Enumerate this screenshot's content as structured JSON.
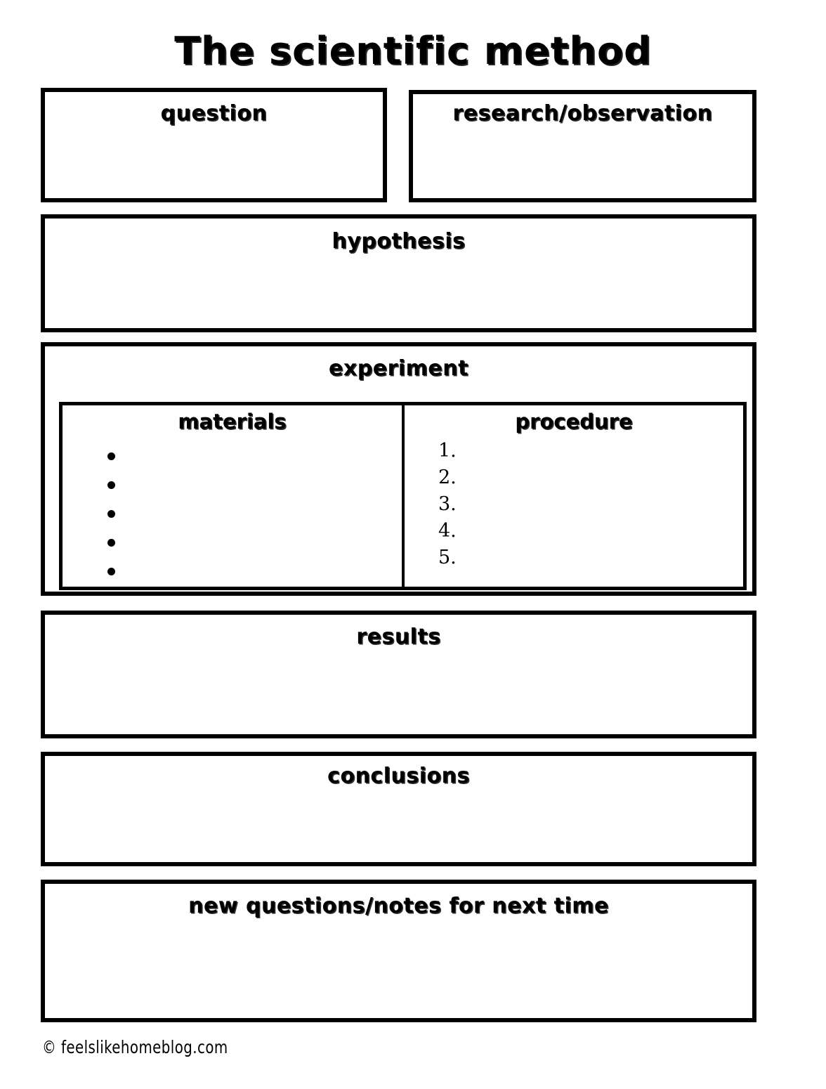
{
  "page": {
    "title": "The scientific method",
    "footer_credit": "© feelslikehomeblog.com"
  },
  "sections": {
    "question": {
      "title": "question"
    },
    "research": {
      "title": "research/observation"
    },
    "hypothesis": {
      "title": "hypothesis"
    },
    "experiment": {
      "title": "experiment",
      "materials": {
        "title": "materials",
        "bullets": [
          "",
          "",
          "",
          "",
          ""
        ]
      },
      "procedure": {
        "title": "procedure",
        "items": [
          "1.",
          "2.",
          "3.",
          "4.",
          "5."
        ]
      }
    },
    "results": {
      "title": "results"
    },
    "conclusions": {
      "title": "conclusions"
    },
    "new_questions": {
      "title": "new questions/notes for next time"
    }
  },
  "colors": {
    "ink": "#000000",
    "paper": "#ffffff"
  }
}
